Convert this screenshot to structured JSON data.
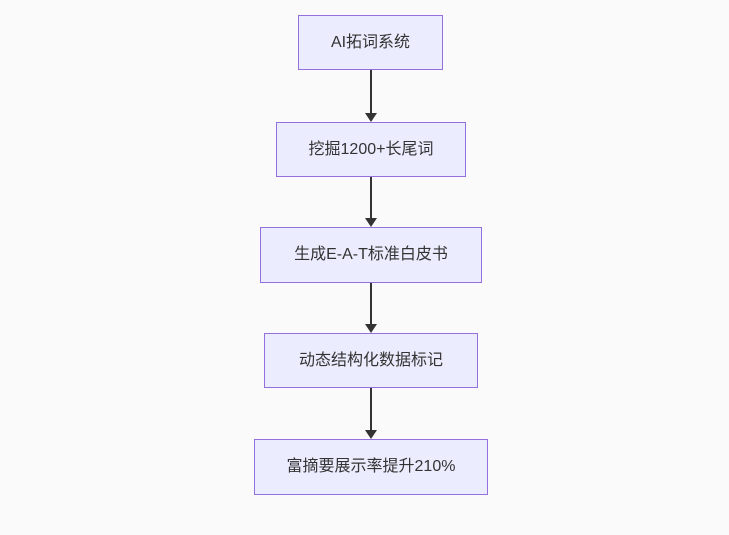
{
  "diagram": {
    "type": "flowchart",
    "direction": "top-down",
    "nodes": [
      {
        "id": "node-0",
        "label": "AI拓词系统"
      },
      {
        "id": "node-1",
        "label": "挖掘1200+长尾词"
      },
      {
        "id": "node-2",
        "label": "生成E-A-T标准白皮书"
      },
      {
        "id": "node-3",
        "label": "动态结构化数据标记"
      },
      {
        "id": "node-4",
        "label": "富摘要展示率提升210%"
      }
    ],
    "edges": [
      {
        "from": "node-0",
        "to": "node-1",
        "style": "arrow-down"
      },
      {
        "from": "node-1",
        "to": "node-2",
        "style": "arrow-down"
      },
      {
        "from": "node-2",
        "to": "node-3",
        "style": "arrow-down"
      },
      {
        "from": "node-3",
        "to": "node-4",
        "style": "arrow-down"
      }
    ],
    "colors": {
      "node_fill": "#ECECFF",
      "node_border": "#9370DB",
      "node_text": "#333333",
      "arrow": "#333333",
      "background": "#fafafa"
    }
  }
}
